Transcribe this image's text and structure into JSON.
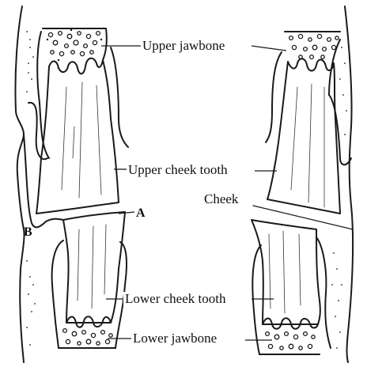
{
  "labels": {
    "upper_jawbone": "Upper jawbone",
    "upper_cheek_tooth": "Upper cheek tooth",
    "cheek": "Cheek",
    "lower_cheek_tooth": "Lower cheek tooth",
    "lower_jawbone": "Lower jawbone",
    "marker_a": "A",
    "marker_b": "B"
  }
}
